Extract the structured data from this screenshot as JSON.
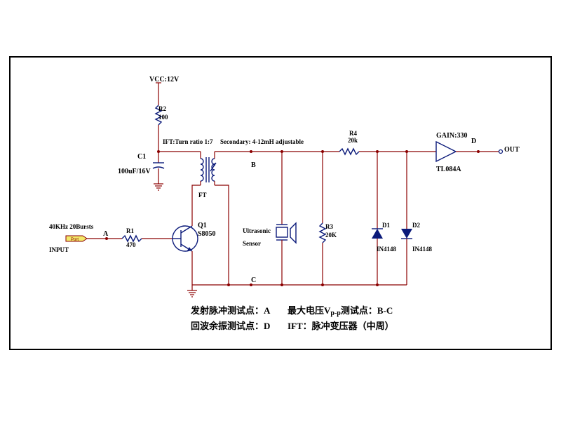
{
  "labels": {
    "vcc": "VCC:12V",
    "r2_name": "R2",
    "r2_value": "100",
    "c1_name": "C1",
    "c1_value": "100uF/16V",
    "ift": "IFT:Turn ratio 1:7",
    "secondary": "Secondary: 4-12mH adjustable",
    "ft": "FT",
    "node_b": "B",
    "node_a": "A",
    "node_c": "C",
    "node_d": "D",
    "r4_name": "R4",
    "r4_value": "20k",
    "gain": "GAIN:330",
    "amp": "TL084A",
    "out": "OUT",
    "input_top": "40KHz 20Bursts",
    "input_bottom": "INPUT",
    "port": "Port",
    "r1_name": "R1",
    "r1_value": "470",
    "q1_name": "Q1",
    "q1_value": "S8050",
    "sensor1": "Ultrasonic",
    "sensor2": "Sensor",
    "r3_name": "R3",
    "r3_value": "20K",
    "d1_name": "D1",
    "d1_value": "IN4148",
    "d2_name": "D2",
    "d2_value": "IN4148"
  },
  "legend": {
    "line1_left": "发射脉冲测试点：A",
    "line1_right_a": "最大电压V",
    "line1_right_sub": "p-p",
    "line1_right_b": "测试点：B-C",
    "line2_left": "回波余振测试点：D",
    "line2_right": "IFT：脉冲变压器（中周）"
  },
  "colors": {
    "wire": "#8b0000",
    "component": "#0b1a7a",
    "port_fill": "#f2e96a",
    "border": "#000000"
  }
}
